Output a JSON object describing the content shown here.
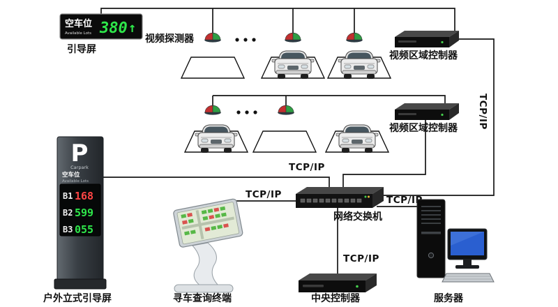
{
  "colors": {
    "led_green": "#2ee64a",
    "led_red": "#ff4545",
    "wire": "#161616",
    "screen_blue": "#2a5fd0"
  },
  "guidance_screen": {
    "label": "引导屏",
    "zh": "空车位",
    "en": "Available Lots",
    "count": "380",
    "arrow": "↑"
  },
  "detector": {
    "label": "视频探测器"
  },
  "video_controller_1": {
    "label": "视频区域控制器"
  },
  "video_controller_2": {
    "label": "视频区域控制器"
  },
  "network": {
    "switch_label": "网络交换机",
    "tcpip": "TCP/IP"
  },
  "pillar": {
    "label": "户外立式引导屏",
    "p": "P",
    "carpark": "Carpark",
    "zh": "空车位",
    "en": "Available Lots",
    "rows": [
      {
        "zone": "B1",
        "count": "168",
        "color": "#ff4545"
      },
      {
        "zone": "B2",
        "count": "599",
        "color": "#2ee64a"
      },
      {
        "zone": "B3",
        "count": "055",
        "color": "#2ee64a"
      }
    ]
  },
  "kiosk": {
    "label": "寻车查询终端"
  },
  "central_controller": {
    "label": "中央控制器"
  },
  "server": {
    "label": "服务器"
  }
}
